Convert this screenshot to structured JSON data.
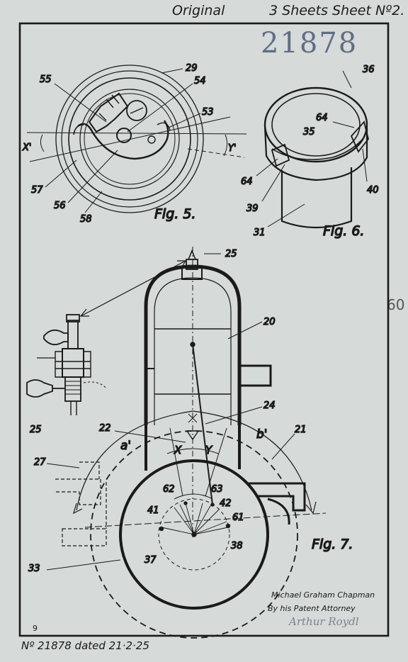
{
  "header": {
    "original": "Original",
    "sheets": "3 Sheets Sheet Nº2."
  },
  "stamp_number": "21878",
  "side_mark": "60",
  "footer": "Nº 21878 dated 21·2·25",
  "footer_mark": "9",
  "signature": {
    "name": "Michael Graham Chapman",
    "attorney": "By his Patent Attorney",
    "signed": "Arthur Roydl"
  },
  "figures": {
    "fig5": {
      "title": "Fig. 5.",
      "labels": {
        "l29": "29",
        "l55": "55",
        "l54": "54",
        "l53": "53",
        "lx": "X'",
        "ly": "Y'",
        "l57": "57",
        "l56": "56",
        "l58": "58"
      }
    },
    "fig6": {
      "title": "Fig. 6.",
      "labels": {
        "l36": "36",
        "l64a": "64",
        "l35": "35",
        "l64b": "64",
        "l40": "40",
        "l39": "39",
        "l31": "31"
      }
    },
    "fig7": {
      "title": "Fig. 7.",
      "labels": {
        "l25a": "25",
        "l20": "20",
        "l24": "24",
        "l22": "22",
        "la": "a'",
        "lb": "b'",
        "l21": "21",
        "l27": "27",
        "lX": "X",
        "lY": "Y",
        "l62": "62",
        "l63": "63",
        "l41": "41",
        "l42": "42",
        "l61": "61",
        "l38": "38",
        "l37": "37",
        "l33": "33",
        "l25b": "25"
      }
    }
  }
}
